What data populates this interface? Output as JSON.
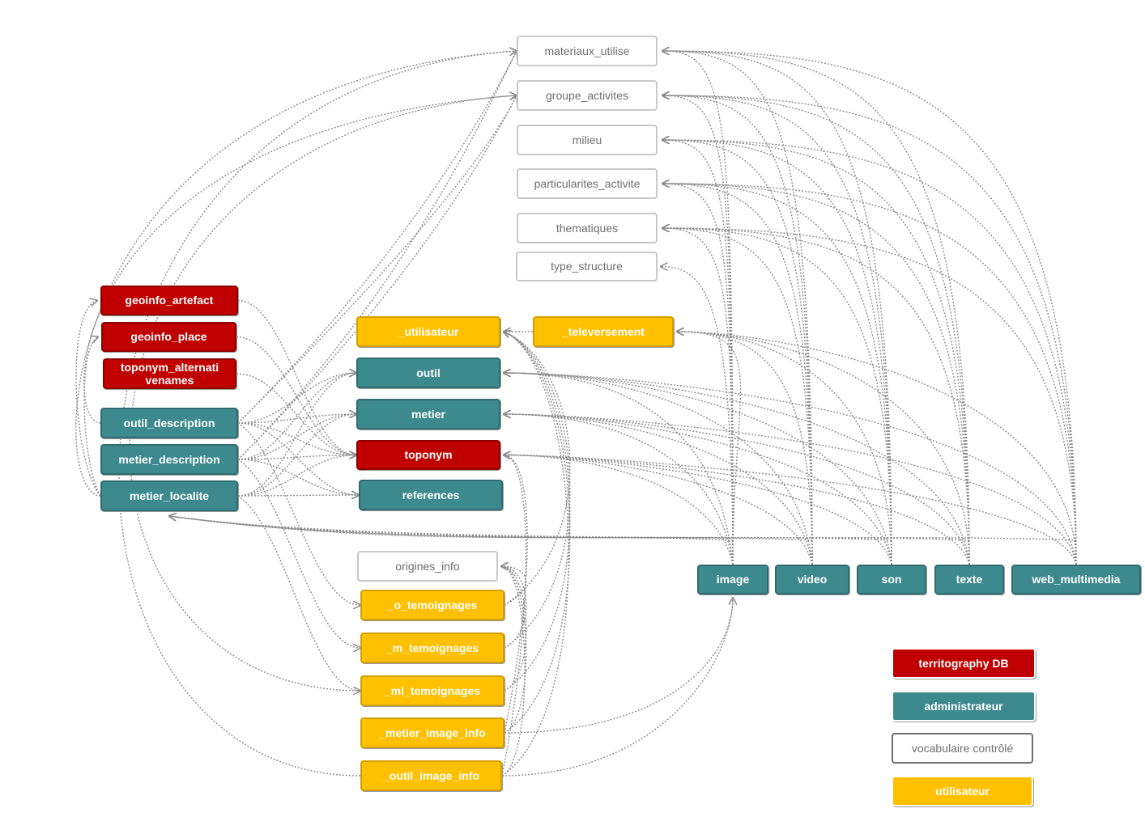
{
  "nodes": [
    {
      "id": "materiaux_utilise",
      "label": "materiaux_utilise",
      "cat": "vocab"
    },
    {
      "id": "groupe_activites",
      "label": "groupe_activites",
      "cat": "vocab"
    },
    {
      "id": "milieu",
      "label": "milieu",
      "cat": "vocab"
    },
    {
      "id": "particularites_activite",
      "label": "particularites_activite",
      "cat": "vocab"
    },
    {
      "id": "thematiques",
      "label": "thematiques",
      "cat": "vocab"
    },
    {
      "id": "type_structure",
      "label": "type_structure",
      "cat": "vocab"
    },
    {
      "id": "geoinfo_artefact",
      "label": "geoinfo_artefact",
      "cat": "db"
    },
    {
      "id": "geoinfo_place",
      "label": "geoinfo_place",
      "cat": "db"
    },
    {
      "id": "toponym_alternatinames",
      "label": "toponym_alternati venames",
      "cat": "db"
    },
    {
      "id": "outil_description",
      "label": "outil_description",
      "cat": "admin"
    },
    {
      "id": "metier_description",
      "label": "metier_description",
      "cat": "admin"
    },
    {
      "id": "metier_localite",
      "label": "metier_localite",
      "cat": "admin"
    },
    {
      "id": "_utilisateur",
      "label": "_utilisateur",
      "cat": "user"
    },
    {
      "id": "_televersement",
      "label": "_televersement",
      "cat": "user"
    },
    {
      "id": "outil",
      "label": "outil",
      "cat": "admin"
    },
    {
      "id": "metier",
      "label": "metier",
      "cat": "admin"
    },
    {
      "id": "toponym",
      "label": "toponym",
      "cat": "db"
    },
    {
      "id": "references",
      "label": "references",
      "cat": "admin"
    },
    {
      "id": "origines_info",
      "label": "origines_info",
      "cat": "vocab"
    },
    {
      "id": "_o_temoignages",
      "label": "_o_temoignages",
      "cat": "user"
    },
    {
      "id": "_m_temoignages",
      "label": "_m_temoignages",
      "cat": "user"
    },
    {
      "id": "_ml_temoignages",
      "label": "_ml_temoignages",
      "cat": "user"
    },
    {
      "id": "_metier_image_info",
      "label": "_metier_image_info",
      "cat": "user"
    },
    {
      "id": "_outil_image_info",
      "label": "_outil_image_info",
      "cat": "user"
    },
    {
      "id": "image",
      "label": "image",
      "cat": "admin"
    },
    {
      "id": "video",
      "label": "video",
      "cat": "admin"
    },
    {
      "id": "son",
      "label": "son",
      "cat": "admin"
    },
    {
      "id": "texte",
      "label": "texte",
      "cat": "admin"
    },
    {
      "id": "web_multimedia",
      "label": "web_multimedia",
      "cat": "admin"
    }
  ],
  "legend": [
    {
      "label": "territography DB",
      "cat": "db"
    },
    {
      "label": "administrateur",
      "cat": "admin"
    },
    {
      "label": "vocabulaire contrôlé",
      "cat": "vocab"
    },
    {
      "label": "utilisateur",
      "cat": "user"
    }
  ],
  "colors": {
    "db": "#c00000",
    "admin": "#3d8a8e",
    "vocab": "#ffffff",
    "user": "#ffc000",
    "edge": "#8c8c8c"
  }
}
